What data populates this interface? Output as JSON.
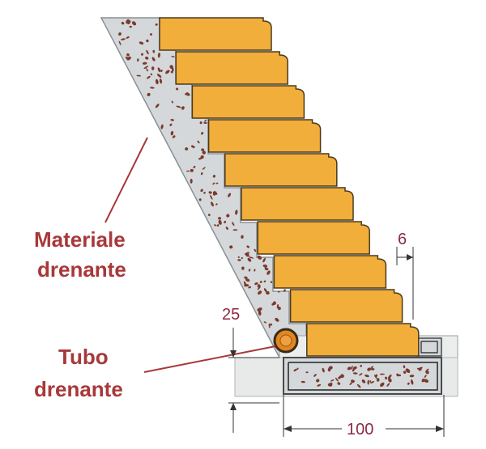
{
  "labels": {
    "material_line1": "Materiale",
    "material_line2": "drenante",
    "pipe_line1": "Tubo",
    "pipe_line2": "drenante"
  },
  "dimensions": {
    "step_nose": "6",
    "base_height": "25",
    "base_width": "100"
  },
  "colors": {
    "step_fill": "#f2ae3a",
    "step_stroke": "#4a3a20",
    "gravel_fill": "#d4d8da",
    "gravel_speck": "#7a3a2c",
    "slab_fill": "#e8eaea",
    "pipe_fill": "#e2861e",
    "label_red": "#a8383a",
    "dim_text": "#8b2a45"
  }
}
